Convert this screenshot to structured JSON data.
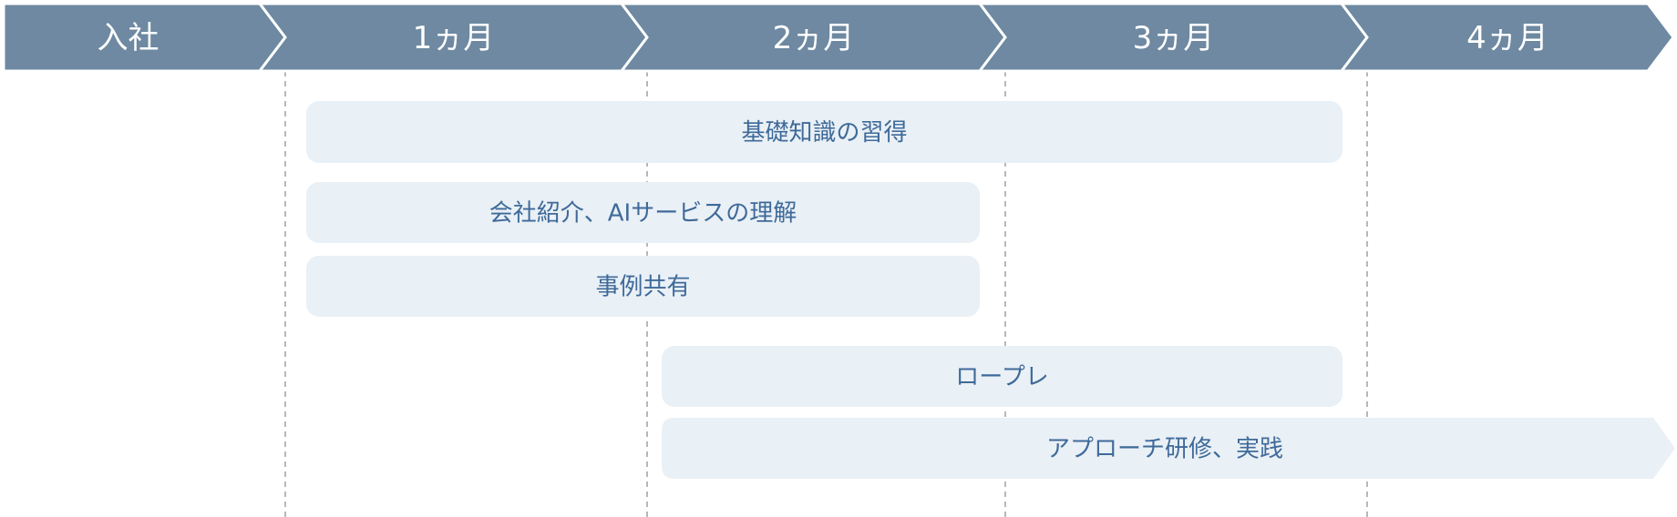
{
  "colors": {
    "header_fill": "#6e89a1",
    "bar_fill": "#e9f0f6",
    "bar_text": "#3f6a99",
    "divider": "#9a9a9a"
  },
  "phases": [
    {
      "label": "入社"
    },
    {
      "label": "1ヵ月"
    },
    {
      "label": "2ヵ月"
    },
    {
      "label": "3ヵ月"
    },
    {
      "label": "4ヵ月"
    }
  ],
  "tasks": [
    {
      "label": "基礎知識の習得",
      "start": 1,
      "end": 3,
      "arrow": false
    },
    {
      "label": "会社紹介、AIサービスの理解",
      "start": 1,
      "end": 2,
      "arrow": false
    },
    {
      "label": "事例共有",
      "start": 1,
      "end": 2,
      "arrow": false
    },
    {
      "label": "ロープレ",
      "start": 2,
      "end": 3,
      "arrow": false
    },
    {
      "label": "アプローチ研修、実践",
      "start": 2,
      "end": 4,
      "arrow": true
    }
  ]
}
